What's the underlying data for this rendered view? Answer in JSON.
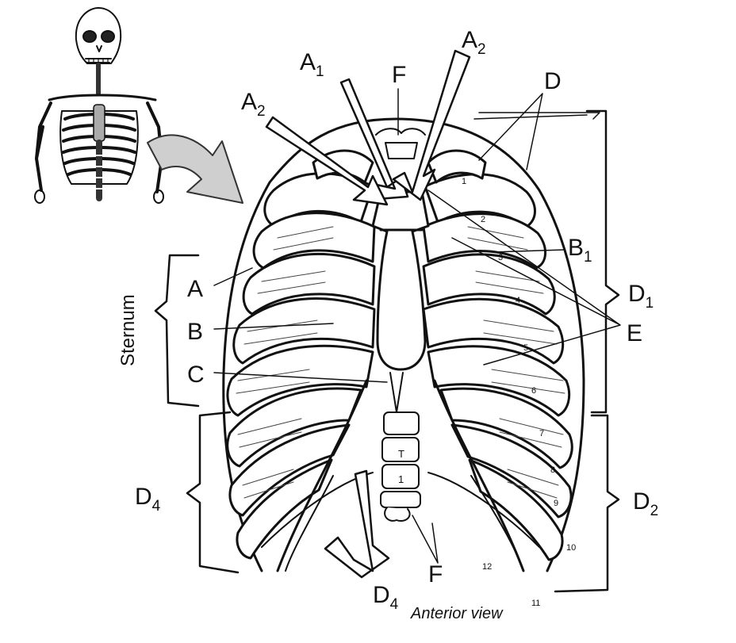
{
  "diagram": {
    "caption": "Anterior view",
    "sternum_label": "Sternum",
    "labels": {
      "A": "A",
      "B": "B",
      "C": "C",
      "A1": {
        "main": "A",
        "sub": "1"
      },
      "A2_left": {
        "main": "A",
        "sub": "2"
      },
      "A2_right": {
        "main": "A",
        "sub": "2"
      },
      "F_top": "F",
      "F_bottom": "F",
      "D": "D",
      "B1": {
        "main": "B",
        "sub": "1"
      },
      "D1": {
        "main": "D",
        "sub": "1"
      },
      "E": "E",
      "D2": {
        "main": "D",
        "sub": "2"
      },
      "D4_left": {
        "main": "D",
        "sub": "4"
      },
      "D4_bottom": {
        "main": "D",
        "sub": "4"
      }
    },
    "rib_numbers": [
      "1",
      "2",
      "3",
      "4",
      "5",
      "6",
      "7",
      "8",
      "9",
      "10",
      "11",
      "12"
    ],
    "vertebra_labels": [
      "T",
      "1"
    ]
  }
}
